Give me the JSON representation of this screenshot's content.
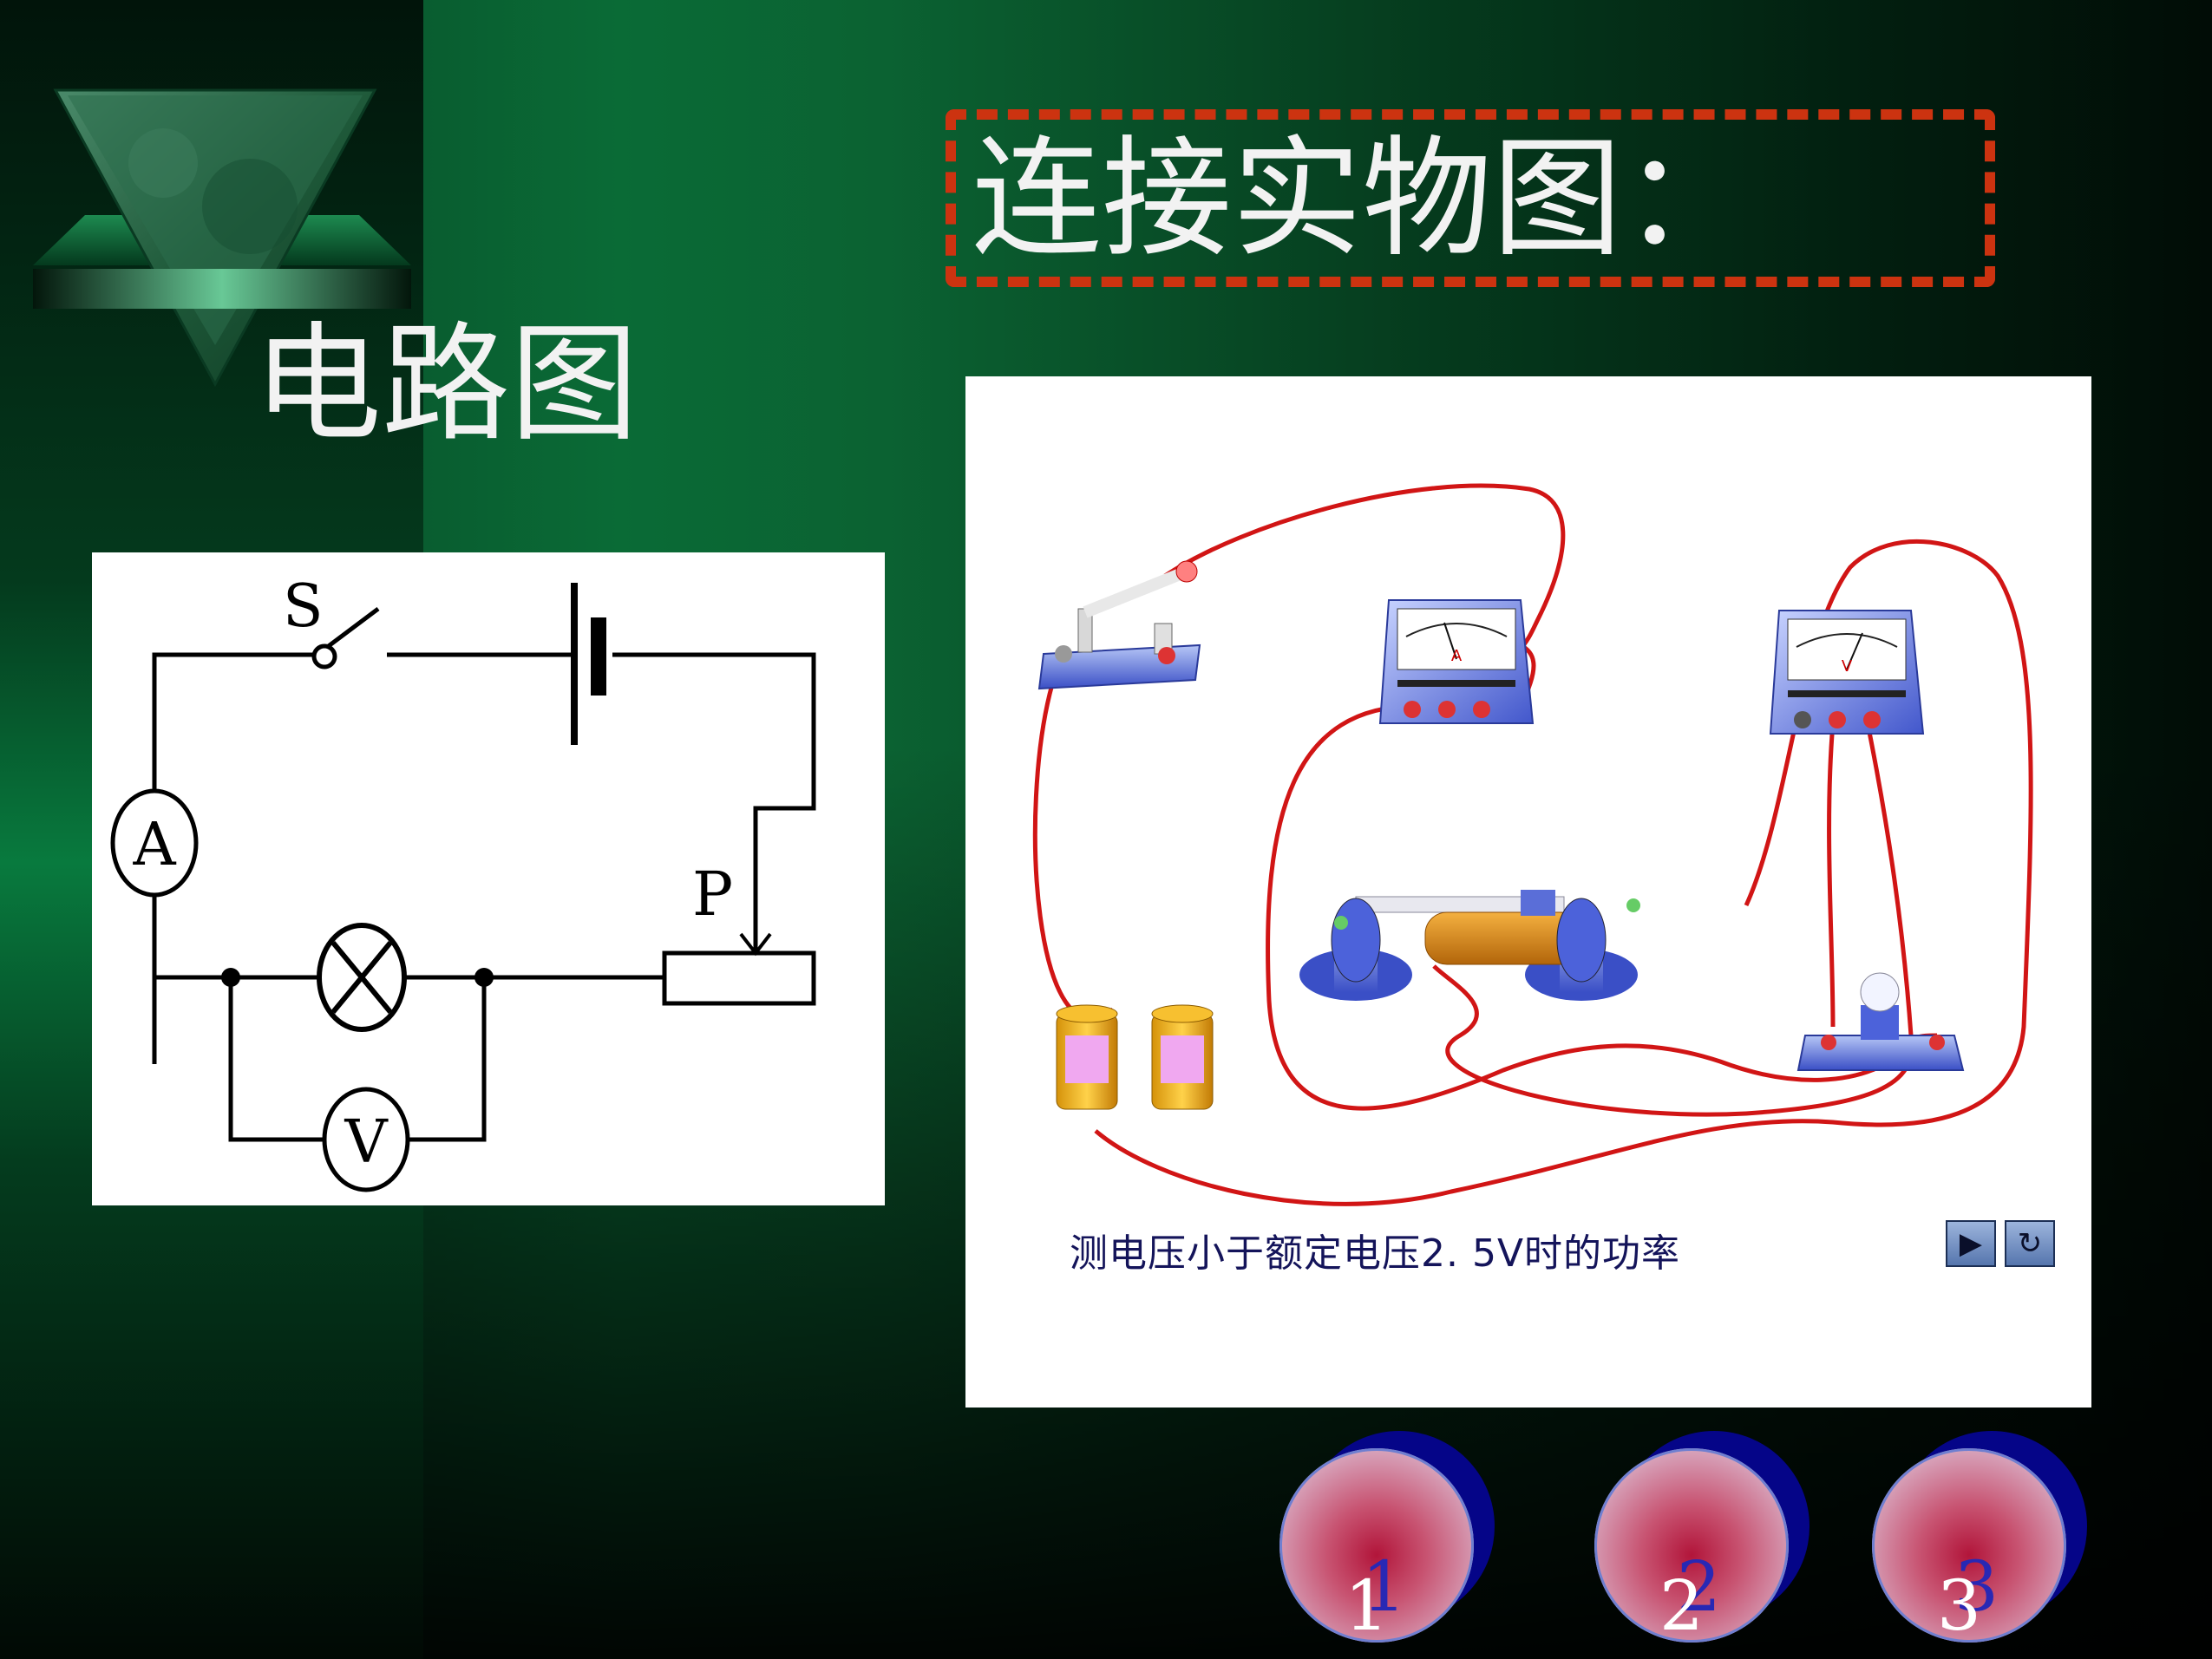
{
  "slide": {
    "title": "连接实物图：",
    "circuit_heading": "电路图"
  },
  "schematic": {
    "switch_label": "S",
    "ammeter_label": "A",
    "voltmeter_label": "V",
    "slider_label": "P"
  },
  "simulation": {
    "ammeter_face": "A",
    "voltmeter_face": "V",
    "caption": "测电压小于额定电压2. 5V时的功率",
    "play_icon": "play-icon",
    "replay_icon": "replay-icon"
  },
  "nav": {
    "buttons": [
      {
        "label": "1"
      },
      {
        "label": "2"
      },
      {
        "label": "3"
      }
    ]
  },
  "colors": {
    "title_border": "#cc3310",
    "wire": "#d11515",
    "nav_back": "#050588"
  }
}
